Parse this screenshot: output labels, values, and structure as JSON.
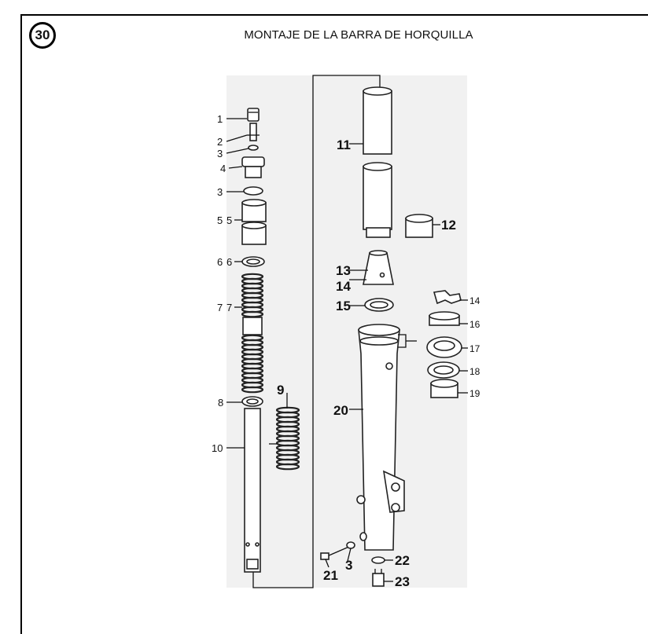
{
  "page": {
    "number": "30",
    "title": "MONTAJE DE LA BARRA DE HORQUILLA"
  },
  "callouts": {
    "c1": "1",
    "c2": "2",
    "c3a": "3",
    "c4": "4",
    "c3b": "3",
    "c5a": "5",
    "c5b": "5",
    "c6a": "6",
    "c6b": "6",
    "c7a": "7",
    "c7b": "7",
    "c8": "8",
    "c9": "9",
    "c10": "10",
    "c11": "11",
    "c12": "12",
    "c13": "13",
    "c14a": "14",
    "c15": "15",
    "c14b": "14",
    "c16": "16",
    "c17": "17",
    "c18": "18",
    "c19": "19",
    "c20": "20",
    "c21": "21",
    "c3c": "3",
    "c22": "22",
    "c23": "23"
  }
}
